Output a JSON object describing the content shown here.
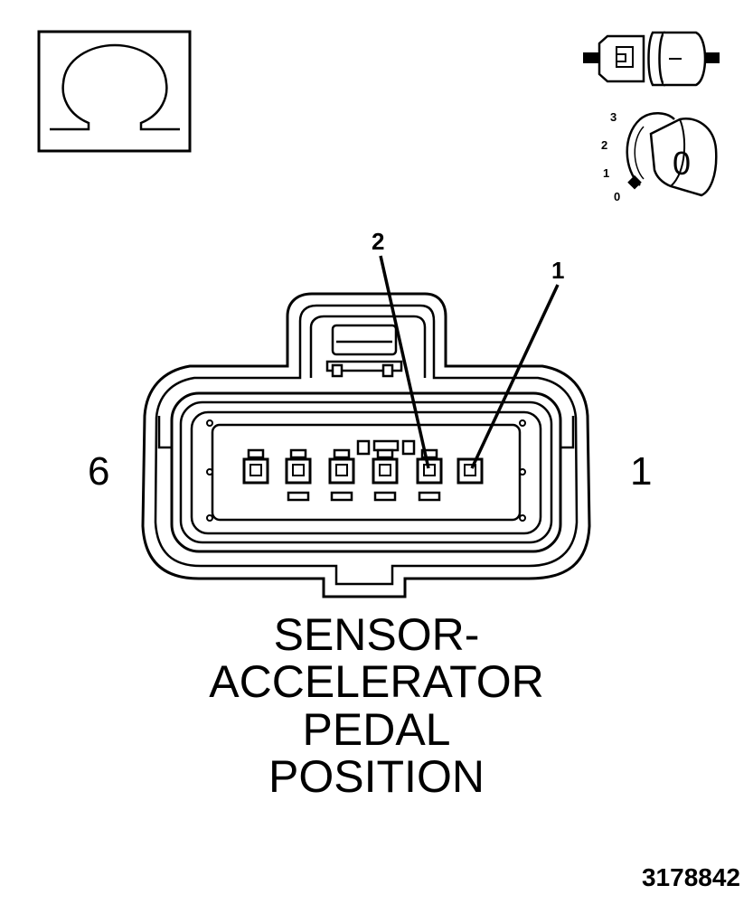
{
  "ohm_symbol": "Ω",
  "key_positions": [
    "3",
    "2",
    "1",
    "0"
  ],
  "key_label": "0",
  "callouts": {
    "pin2": "2",
    "pin1": "1"
  },
  "side_labels": {
    "left": "6",
    "right": "1"
  },
  "title_lines": [
    "SENSOR-",
    "ACCELERATOR",
    "PEDAL",
    "POSITION"
  ],
  "figure_number": "3178842",
  "icons": [
    "ohm-meter-icon",
    "connector-disconnect-icon",
    "ignition-key-icon"
  ]
}
